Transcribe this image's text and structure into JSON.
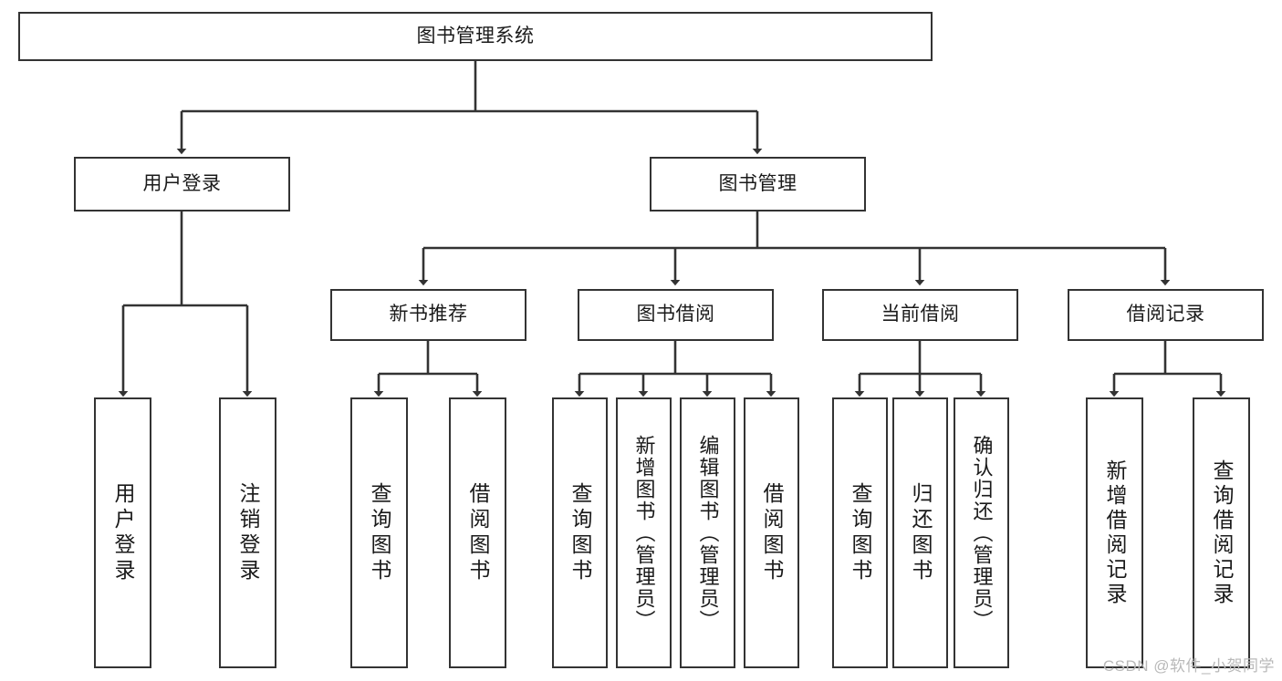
{
  "diagram": {
    "title": "图书管理系统",
    "type": "tree-hierarchy-chart",
    "root": {
      "id": "root",
      "label": "图书管理系统"
    },
    "level2": [
      {
        "id": "user-login",
        "label": "用户登录"
      },
      {
        "id": "book-management",
        "label": "图书管理"
      }
    ],
    "level3": [
      {
        "id": "new-book-recommend",
        "label": "新书推荐",
        "parent": "book-management"
      },
      {
        "id": "book-borrow",
        "label": "图书借阅",
        "parent": "book-management"
      },
      {
        "id": "current-borrow",
        "label": "当前借阅",
        "parent": "book-management"
      },
      {
        "id": "borrow-record",
        "label": "借阅记录",
        "parent": "book-management"
      }
    ],
    "leaves": [
      {
        "id": "leaf-user-login",
        "label": "用户登录",
        "parent": "user-login"
      },
      {
        "id": "leaf-logout",
        "label": "注销登录",
        "parent": "user-login"
      },
      {
        "id": "leaf-query-book-1",
        "label": "查询图书",
        "parent": "new-book-recommend"
      },
      {
        "id": "leaf-borrow-book-1",
        "label": "借阅图书",
        "parent": "new-book-recommend"
      },
      {
        "id": "leaf-query-book-2",
        "label": "查询图书",
        "parent": "book-borrow"
      },
      {
        "id": "leaf-add-book",
        "label": "新增图书（管理员）",
        "parent": "book-borrow"
      },
      {
        "id": "leaf-edit-book",
        "label": "编辑图书（管理员）",
        "parent": "book-borrow"
      },
      {
        "id": "leaf-borrow-book-2",
        "label": "借阅图书",
        "parent": "book-borrow"
      },
      {
        "id": "leaf-query-book-3",
        "label": "查询图书",
        "parent": "current-borrow"
      },
      {
        "id": "leaf-return-book",
        "label": "归还图书",
        "parent": "current-borrow"
      },
      {
        "id": "leaf-confirm-return",
        "label": "确认归还（管理员）",
        "parent": "current-borrow"
      },
      {
        "id": "leaf-add-record",
        "label": "新增借阅记录",
        "parent": "borrow-record"
      },
      {
        "id": "leaf-query-record",
        "label": "查询借阅记录",
        "parent": "borrow-record"
      }
    ],
    "colors": {
      "stroke": "#333333",
      "fill": "#ffffff",
      "text": "#1a1a1a",
      "watermark": "#b9b9b9"
    }
  },
  "watermark": {
    "text": "CSDN @软件_小贺同学"
  }
}
